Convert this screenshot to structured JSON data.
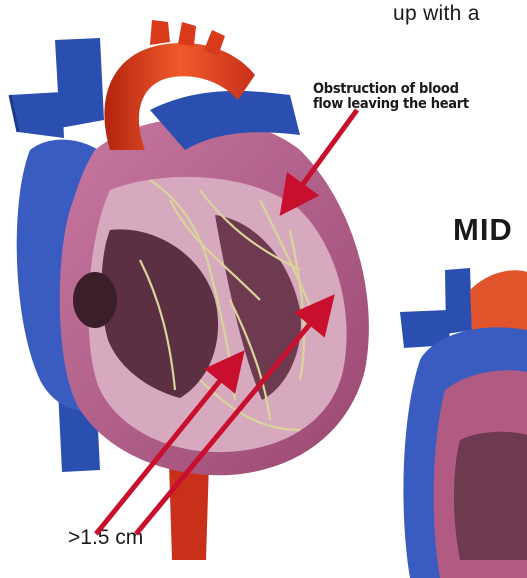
{
  "captions": {
    "top_cut": "up with a",
    "obstruction_line1": "Obstruction of blood",
    "obstruction_line2": "flow leaving the heart",
    "mid_heading": "MID",
    "thickness": ">1.5 cm"
  },
  "colors": {
    "arrow": "#c8102e",
    "aorta": "#d93a1c",
    "vena": "#2a4fb0",
    "wall": "#b15a82",
    "myocardium": "#d7a9be",
    "chamber": "#6e3a4f",
    "vessel_network": "#d8d49a"
  }
}
